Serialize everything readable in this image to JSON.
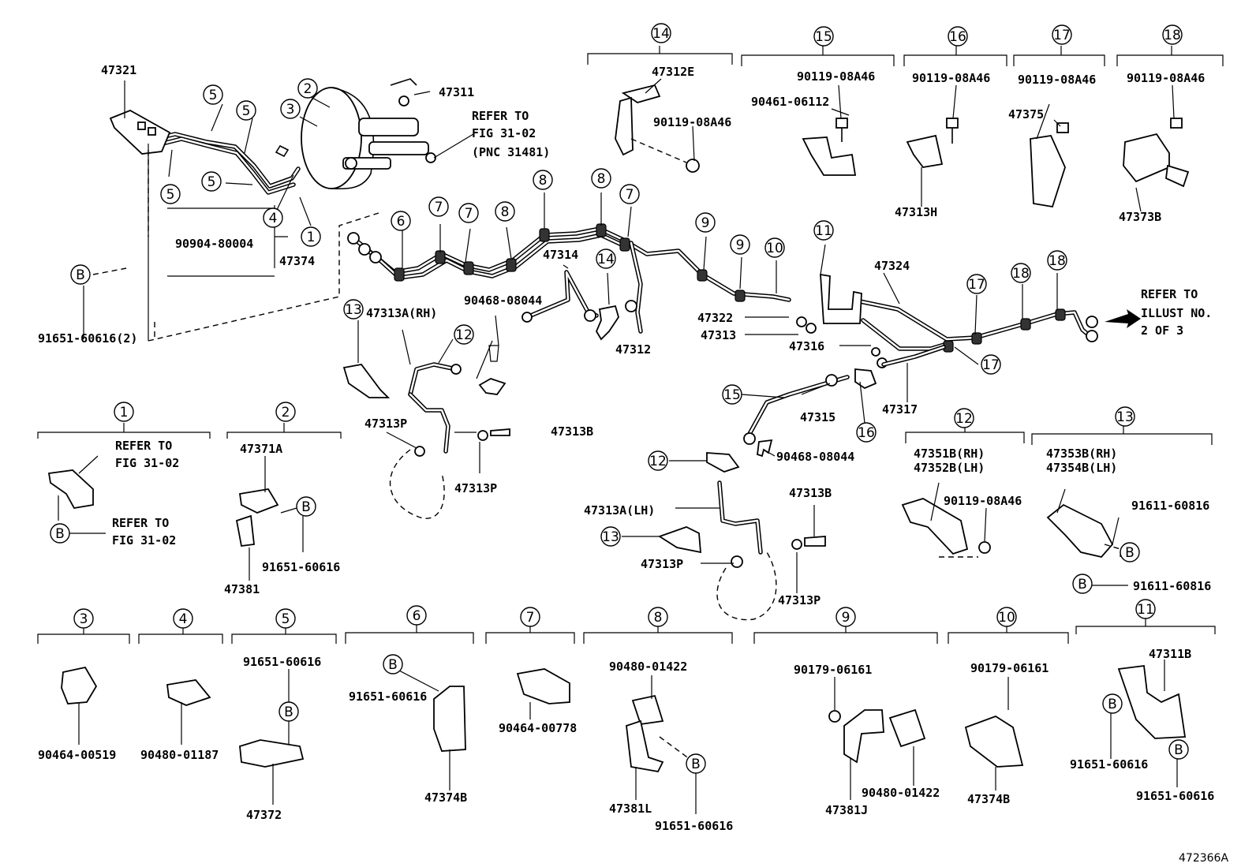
{
  "labels": {
    "p47321": "47321",
    "p47311": "47311",
    "refer_fig_a": "REFER TO",
    "refer_fig_b": "FIG 31-02",
    "refer_fig_c": "(PNC 31481)",
    "p90904": "90904-80004",
    "p47374": "47374",
    "p91651_2": "91651-60616(2)",
    "p47314": "47314",
    "p90468_a": "90468-08044",
    "p47313a_rh": "47313A(RH)",
    "p47312": "47312",
    "p47313p_1": "47313P",
    "p47313b_1": "47313B",
    "p47313p_2": "47313P",
    "p47312e": "47312E",
    "p90119_a": "90119-08A46",
    "p90119_b": "90119-08A46",
    "p90461": "90461-06112",
    "p90119_c": "90119-08A46",
    "p47313h": "47313H",
    "p90119_d": "90119-08A46",
    "p47375": "47375",
    "p90119_e": "90119-08A46",
    "p47373b": "47373B",
    "p47324": "47324",
    "p47322": "47322",
    "p47313": "47313",
    "p47316": "47316",
    "p47315": "47315",
    "p47317": "47317",
    "refer_illus_a": "REFER TO",
    "refer_illus_b": "ILLUST NO.",
    "refer_illus_c": "2 OF 3",
    "p90468_b": "90468-08044",
    "p47313a_lh": "47313A(LH)",
    "p47313b_2": "47313B",
    "p47313p_3": "47313P",
    "p47313p_4": "47313P",
    "d1_refer_a1": "REFER TO",
    "d1_refer_a2": "FIG 31-02",
    "d1_refer_b1": "REFER TO",
    "d1_refer_b2": "FIG 31-02",
    "p47371a": "47371A",
    "p91651_d2": "91651-60616",
    "p47381": "47381",
    "p47351b": "47351B(RH)",
    "p47352b": "47352B(LH)",
    "p90119_d12": "90119-08A46",
    "p47353b": "47353B(RH)",
    "p47354b": "47354B(LH)",
    "p91611_a": "91611-60816",
    "p91611_b": "91611-60816",
    "p90464_519": "90464-00519",
    "p90480_187": "90480-01187",
    "p91651_d5": "91651-60616",
    "p47372": "47372",
    "p91651_d6": "91651-60616",
    "p47374b_1": "47374B",
    "p90464_778": "90464-00778",
    "p90480_422a": "90480-01422",
    "p47381l": "47381L",
    "p91651_d8": "91651-60616",
    "p90179_a": "90179-06161",
    "p90480_422b": "90480-01422",
    "p47381j": "47381J",
    "p90179_b": "90179-06161",
    "p47374b_2": "47374B",
    "p47311b": "47311B",
    "p91651_d11a": "91651-60616",
    "p91651_d11b": "91651-60616",
    "code": "472366A"
  },
  "callouts": {
    "c1": "1",
    "c2": "2",
    "c3": "3",
    "c4": "4",
    "c5": "5",
    "c6": "6",
    "c7": "7",
    "c8": "8",
    "c9": "9",
    "c10": "10",
    "c11": "11",
    "c12": "12",
    "c13": "13",
    "c14": "14",
    "c15": "15",
    "c16": "16",
    "c17": "17",
    "c18": "18",
    "b": "B"
  }
}
